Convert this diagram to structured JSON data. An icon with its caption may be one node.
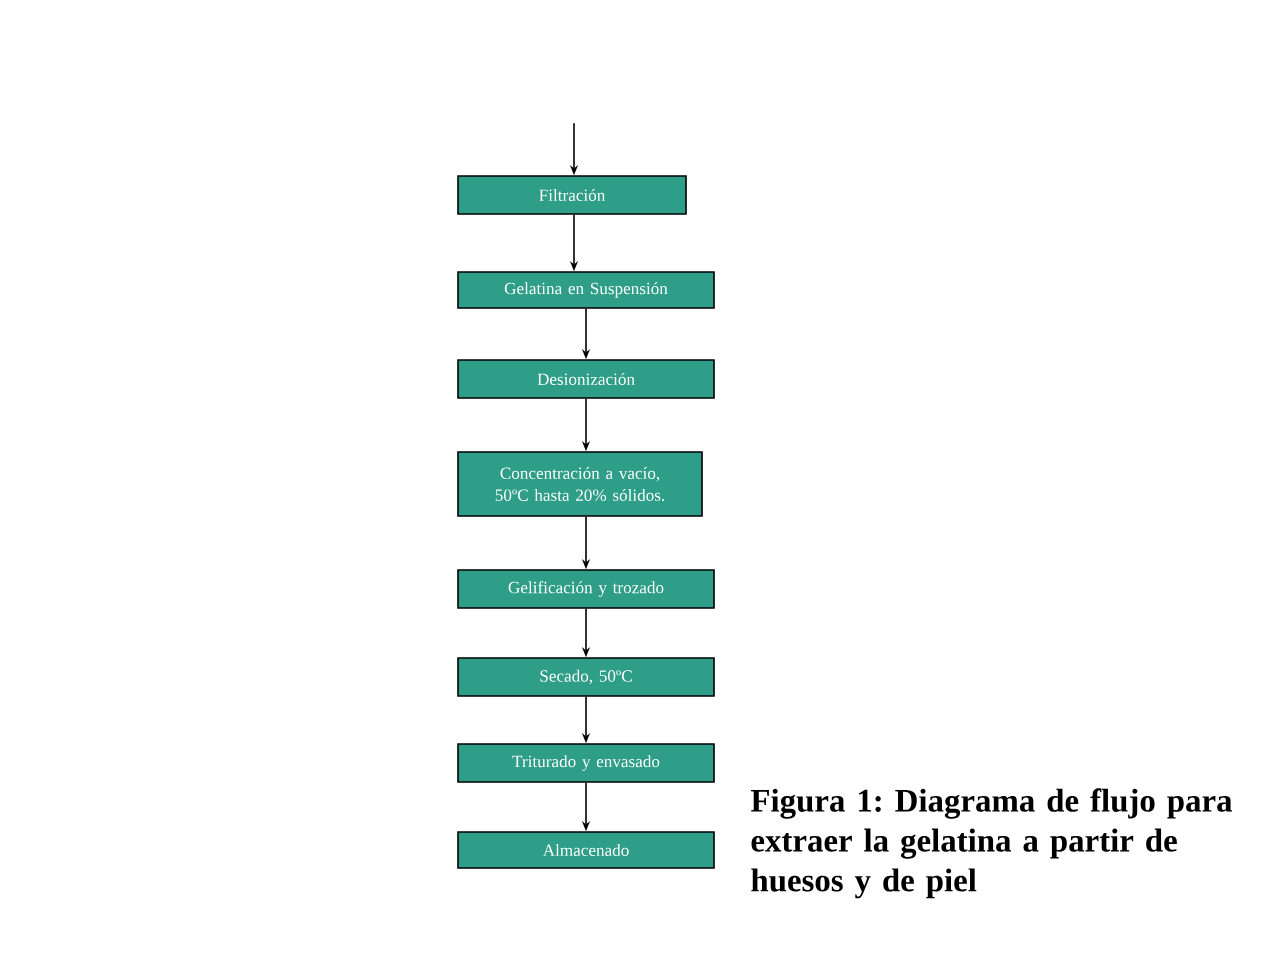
{
  "diagram": {
    "caption": "Figura 1: Diagrama de flujo para extraer la gelatina a partir de huesos y de piel",
    "nodes": [
      {
        "text": [
          "Filtración"
        ]
      },
      {
        "text": [
          "Gelatina en Suspensión"
        ]
      },
      {
        "text": [
          "Desionización"
        ]
      },
      {
        "text": [
          "Concentración a vacío, 50ºC hasta 20% sólidos."
        ]
      },
      {
        "text": [
          "Gelificación y trozado"
        ]
      },
      {
        "text": [
          "Secado, 50ºC"
        ]
      },
      {
        "text": [
          "Triturado y envasado"
        ]
      },
      {
        "text": [
          "Almacenado"
        ]
      }
    ],
    "edges": [
      {
        "from": null,
        "to": 0,
        "arrow": "to"
      },
      {
        "from": 0,
        "to": 1,
        "arrow": "to"
      },
      {
        "from": 1,
        "to": 2,
        "arrow": "to"
      },
      {
        "from": 2,
        "to": 3,
        "arrow": "to"
      },
      {
        "from": 3,
        "to": 4,
        "arrow": "to"
      },
      {
        "from": 4,
        "to": 5,
        "arrow": "to"
      },
      {
        "from": 5,
        "to": 6,
        "arrow": "to"
      },
      {
        "from": 6,
        "to": 7,
        "arrow": "to"
      }
    ]
  }
}
